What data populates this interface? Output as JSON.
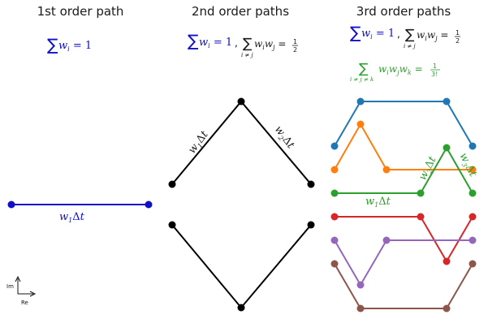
{
  "panels": {
    "first": {
      "title": "1st order path",
      "condition": "w_i = 1",
      "edge_label": "w_1Δt"
    },
    "second": {
      "title": "2nd order paths",
      "condition_a": "w_i = 1",
      "condition_b": "w_i w_j = 1/2",
      "sum_index": "i ≠ j",
      "edge_label_left": "w_1Δt",
      "edge_label_right": "w_2Δt"
    },
    "third": {
      "title": "3rd order paths",
      "condition_a": "w_i = 1",
      "condition_b": "w_i w_j = 1/2",
      "sum_index_b": "i ≠ j",
      "condition_c": "w_i w_j w_k = 1/3!",
      "sum_index_c": "i ≠ j ≠ k",
      "edge_label_1": "w_1Δt",
      "edge_label_2": "w_2Δt",
      "edge_label_3": "w_3Δt"
    }
  },
  "axes": {
    "im_label": "Im",
    "re_label": "Re"
  },
  "colors": {
    "blue": "#1010c8",
    "black": "#000000",
    "green": "#2ca02c",
    "tab_blue": "#1f77b4",
    "orange": "#ff7f0e",
    "red": "#d62728",
    "purple": "#9467bd",
    "brown": "#8c564b"
  }
}
